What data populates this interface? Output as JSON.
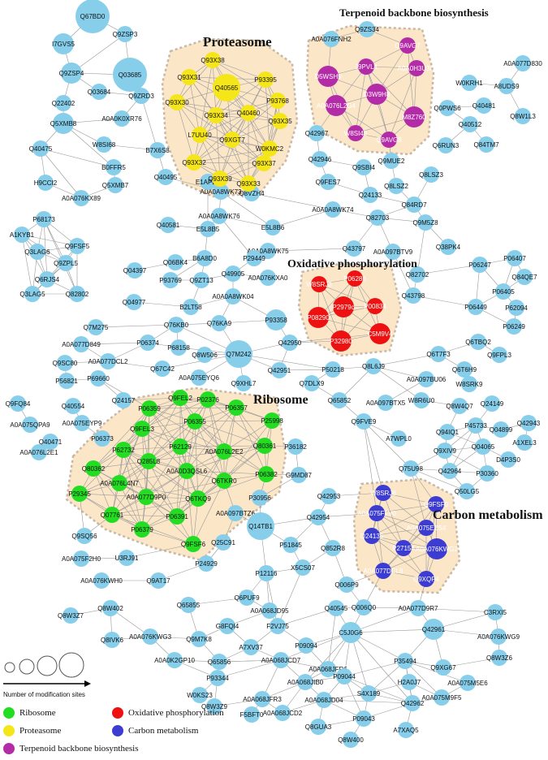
{
  "clusters": {
    "proteasome": "Proteasome",
    "terpenoid": "Terpenoid backbone biosynthesis",
    "oxidative": "Oxidative phosphorylation",
    "ribosome": "Ribosome",
    "carbon": "Carbon metabolism"
  },
  "legend": {
    "size_caption": "Number of modification sites",
    "ribosome": "Ribosome",
    "proteasome": "Proteasome",
    "terpenoid": "Terpenoid backbone biosynthesis",
    "oxidative": "Oxidative phosphorylation",
    "carbon": "Carbon metabolism"
  },
  "colors": {
    "default_node": "#87CEEB",
    "ribosome": "#22DD22",
    "proteasome": "#F5E61A",
    "terpenoid": "#B42BA8",
    "oxidative": "#EE1111",
    "carbon": "#3C3CD2",
    "cluster_bg": "#FBE6C8",
    "edge": "#999999"
  },
  "nodes": [
    {
      "id": "Q67BD0",
      "g": "none",
      "s": 4
    },
    {
      "id": "I7GVS5",
      "g": "none",
      "s": 2
    },
    {
      "id": "Q9ZSP3",
      "g": "none",
      "s": 1
    },
    {
      "id": "Q9ZSP4",
      "g": "none",
      "s": 2
    },
    {
      "id": "Q03685",
      "g": "none",
      "s": 4
    },
    {
      "id": "Q03684",
      "g": "none",
      "s": 1
    },
    {
      "id": "Q9ZRD3",
      "g": "none",
      "s": 1
    },
    {
      "id": "Q22402",
      "g": "none",
      "s": 1
    },
    {
      "id": "A0A0K0XR76",
      "g": "none",
      "s": 1
    },
    {
      "id": "Q5XMB8",
      "g": "none",
      "s": 2
    },
    {
      "id": "W8SI68",
      "g": "none",
      "s": 1
    },
    {
      "id": "B7X6S8",
      "g": "none",
      "s": 1
    },
    {
      "id": "Q40475",
      "g": "none",
      "s": 1
    },
    {
      "id": "B0FFR5",
      "g": "none",
      "s": 1
    },
    {
      "id": "H9CCI2",
      "g": "none",
      "s": 1
    },
    {
      "id": "Q5XMB7",
      "g": "none",
      "s": 1
    },
    {
      "id": "A0A076KX89",
      "g": "none",
      "s": 1
    },
    {
      "id": "Q40495",
      "g": "none",
      "s": 1
    },
    {
      "id": "A0A0A8WK73",
      "g": "none",
      "s": 1
    },
    {
      "id": "E1APE9",
      "g": "none",
      "s": 1
    },
    {
      "id": "Q8VZH4",
      "g": "none",
      "s": 1
    },
    {
      "id": "Q93X38",
      "g": "proteasome",
      "s": 1
    },
    {
      "id": "Q93X31",
      "g": "proteasome",
      "s": 1
    },
    {
      "id": "Q40565",
      "g": "proteasome",
      "s": 3
    },
    {
      "id": "P93395",
      "g": "proteasome",
      "s": 1
    },
    {
      "id": "Q93X30",
      "g": "proteasome",
      "s": 1
    },
    {
      "id": "P93768",
      "g": "proteasome",
      "s": 1
    },
    {
      "id": "Q93X34",
      "g": "proteasome",
      "s": 1
    },
    {
      "id": "Q40460",
      "g": "proteasome",
      "s": 1
    },
    {
      "id": "Q93X35",
      "g": "proteasome",
      "s": 1
    },
    {
      "id": "L7UU40",
      "g": "proteasome",
      "s": 1
    },
    {
      "id": "Q9XGT7",
      "g": "proteasome",
      "s": 1
    },
    {
      "id": "W0KMC2",
      "g": "proteasome",
      "s": 1
    },
    {
      "id": "Q93X32",
      "g": "proteasome",
      "s": 1
    },
    {
      "id": "Q93X37",
      "g": "proteasome",
      "s": 1
    },
    {
      "id": "Q93X39",
      "g": "proteasome",
      "s": 1
    },
    {
      "id": "Q93X33",
      "g": "proteasome",
      "s": 1
    },
    {
      "id": "Q9ZS34",
      "g": "none",
      "s": 1
    },
    {
      "id": "A0A076FNH2",
      "g": "none",
      "s": 1
    },
    {
      "id": "Q9AVG7",
      "g": "terpenoid",
      "s": 1
    },
    {
      "id": "D5WSH9",
      "g": "terpenoid",
      "s": 2
    },
    {
      "id": "J9PVL4",
      "g": "terpenoid",
      "s": 1
    },
    {
      "id": "A0A0H3U3I7",
      "g": "terpenoid",
      "s": 1
    },
    {
      "id": "D3W9H8",
      "g": "terpenoid",
      "s": 2
    },
    {
      "id": "A0A076L2G4",
      "g": "terpenoid",
      "s": 2
    },
    {
      "id": "M8Z760",
      "g": "terpenoid",
      "s": 2
    },
    {
      "id": "W8SI43",
      "g": "terpenoid",
      "s": 1
    },
    {
      "id": "Q9AVG8",
      "g": "terpenoid",
      "s": 1
    },
    {
      "id": "A0A077D830",
      "g": "none",
      "s": 1
    },
    {
      "id": "W0KRH1",
      "g": "none",
      "s": 1
    },
    {
      "id": "A8UDS9",
      "g": "none",
      "s": 1
    },
    {
      "id": "Q0PWS6",
      "g": "none",
      "s": 1
    },
    {
      "id": "Q40481",
      "g": "none",
      "s": 1
    },
    {
      "id": "Q8W1L3",
      "g": "none",
      "s": 1
    },
    {
      "id": "Q40512",
      "g": "none",
      "s": 1
    },
    {
      "id": "Q6RUN3",
      "g": "none",
      "s": 1
    },
    {
      "id": "Q84TM7",
      "g": "none",
      "s": 1
    },
    {
      "id": "Q42967",
      "g": "none",
      "s": 1
    },
    {
      "id": "Q42946",
      "g": "none",
      "s": 1
    },
    {
      "id": "Q9SBI4",
      "g": "none",
      "s": 1
    },
    {
      "id": "Q9MUE2",
      "g": "none",
      "s": 1
    },
    {
      "id": "Q9FES7",
      "g": "none",
      "s": 1
    },
    {
      "id": "Q8LSZ3",
      "g": "none",
      "s": 1
    },
    {
      "id": "Q24133",
      "g": "none",
      "s": 1
    },
    {
      "id": "Q8LSZ2",
      "g": "none",
      "s": 1
    },
    {
      "id": "Q84RD7",
      "g": "none",
      "s": 1
    },
    {
      "id": "P68173",
      "g": "none",
      "s": 1
    },
    {
      "id": "A1KYB1",
      "g": "none",
      "s": 1
    },
    {
      "id": "Q3LAG6",
      "g": "none",
      "s": 1
    },
    {
      "id": "Q9FSF5",
      "g": "none",
      "s": 1
    },
    {
      "id": "Q9ZPL5",
      "g": "none",
      "s": 1
    },
    {
      "id": "Q6RJS4",
      "g": "none",
      "s": 1
    },
    {
      "id": "Q3LAG5",
      "g": "none",
      "s": 1
    },
    {
      "id": "Q82802",
      "g": "none",
      "s": 1
    },
    {
      "id": "Q40581",
      "g": "none",
      "s": 1
    },
    {
      "id": "E5L8B5",
      "g": "none",
      "s": 1
    },
    {
      "id": "A0A0A8WK76",
      "g": "none",
      "s": 1
    },
    {
      "id": "E5L8B6",
      "g": "none",
      "s": 1
    },
    {
      "id": "A0A0A8WK74",
      "g": "none",
      "s": 1
    },
    {
      "id": "Q82703",
      "g": "none",
      "s": 1
    },
    {
      "id": "Q9M5Z8",
      "g": "none",
      "s": 1
    },
    {
      "id": "Q38PK4",
      "g": "none",
      "s": 1
    },
    {
      "id": "A0A0A8WK75",
      "g": "none",
      "s": 1
    },
    {
      "id": "Q43797",
      "g": "none",
      "s": 1
    },
    {
      "id": "A0A097BTV9",
      "g": "none",
      "s": 1
    },
    {
      "id": "Q82702",
      "g": "none",
      "s": 1
    },
    {
      "id": "Q04397",
      "g": "none",
      "s": 1
    },
    {
      "id": "Q06BK4",
      "g": "none",
      "s": 1
    },
    {
      "id": "B6A8D0",
      "g": "none",
      "s": 1
    },
    {
      "id": "P29449",
      "g": "none",
      "s": 1
    },
    {
      "id": "P93769",
      "g": "none",
      "s": 1
    },
    {
      "id": "Q9ZT13",
      "g": "none",
      "s": 1
    },
    {
      "id": "Q49905",
      "g": "none",
      "s": 1
    },
    {
      "id": "A0A076KXA0",
      "g": "none",
      "s": 1
    },
    {
      "id": "Q04977",
      "g": "none",
      "s": 1
    },
    {
      "id": "B2LT58",
      "g": "none",
      "s": 1
    },
    {
      "id": "A0A0A8WK04",
      "g": "none",
      "s": 1
    },
    {
      "id": "P06247",
      "g": "none",
      "s": 1
    },
    {
      "id": "P06407",
      "g": "none",
      "s": 1
    },
    {
      "id": "Q84QE7",
      "g": "none",
      "s": 1
    },
    {
      "id": "P06405",
      "g": "none",
      "s": 1
    },
    {
      "id": "P62094",
      "g": "none",
      "s": 1
    },
    {
      "id": "P06449",
      "g": "none",
      "s": 1
    },
    {
      "id": "Q43798",
      "g": "none",
      "s": 1
    },
    {
      "id": "P06249",
      "g": "none",
      "s": 1
    },
    {
      "id": "W8SRJ3",
      "g": "oxidative",
      "s": 1
    },
    {
      "id": "P06286",
      "g": "oxidative",
      "s": 1
    },
    {
      "id": "P2979c",
      "g": "oxidative",
      "s": 2
    },
    {
      "id": "P00834",
      "g": "oxidative",
      "s": 1
    },
    {
      "id": "P08290",
      "g": "oxidative",
      "s": 2
    },
    {
      "id": "C5M9V4",
      "g": "oxidative",
      "s": 2
    },
    {
      "id": "P32980",
      "g": "oxidative",
      "s": 2
    },
    {
      "id": "Q7M275",
      "g": "none",
      "s": 1
    },
    {
      "id": "Q76KB0",
      "g": "none",
      "s": 1
    },
    {
      "id": "Q76KA9",
      "g": "none",
      "s": 1
    },
    {
      "id": "P93358",
      "g": "none",
      "s": 2
    },
    {
      "id": "A0A077D849",
      "g": "none",
      "s": 1
    },
    {
      "id": "P06374",
      "g": "none",
      "s": 1
    },
    {
      "id": "P68158",
      "g": "none",
      "s": 1
    },
    {
      "id": "Q9SC80",
      "g": "none",
      "s": 1
    },
    {
      "id": "A0A077DCL2",
      "g": "none",
      "s": 1
    },
    {
      "id": "Q67C42",
      "g": "none",
      "s": 1
    },
    {
      "id": "Q8W506",
      "g": "none",
      "s": 1
    },
    {
      "id": "Q7M242",
      "g": "none",
      "s": 3
    },
    {
      "id": "Q42950",
      "g": "none",
      "s": 1
    },
    {
      "id": "P56821",
      "g": "none",
      "s": 1
    },
    {
      "id": "P69660",
      "g": "none",
      "s": 1
    },
    {
      "id": "A0A075EYQ6",
      "g": "none",
      "s": 1
    },
    {
      "id": "Q9XHL7",
      "g": "none",
      "s": 1
    },
    {
      "id": "Q42951",
      "g": "none",
      "s": 1
    },
    {
      "id": "P50218",
      "g": "none",
      "s": 1
    },
    {
      "id": "Q8L6J9",
      "g": "none",
      "s": 1
    },
    {
      "id": "Q6T7F3",
      "g": "none",
      "s": 1
    },
    {
      "id": "Q6TBQ2",
      "g": "none",
      "s": 1
    },
    {
      "id": "Q9FPL3",
      "g": "none",
      "s": 1
    },
    {
      "id": "Q6T6H9",
      "g": "none",
      "s": 1
    },
    {
      "id": "W8SRK9",
      "g": "none",
      "s": 1
    },
    {
      "id": "Q7DLX9",
      "g": "none",
      "s": 1
    },
    {
      "id": "A0A097BU06",
      "g": "none",
      "s": 1
    },
    {
      "id": "A0A097BTX5",
      "g": "none",
      "s": 1
    },
    {
      "id": "W8R6U0",
      "g": "none",
      "s": 1
    },
    {
      "id": "Q8W4Q7",
      "g": "none",
      "s": 1
    },
    {
      "id": "Q24149",
      "g": "none",
      "s": 1
    },
    {
      "id": "P45733",
      "g": "none",
      "s": 1
    },
    {
      "id": "Q04899",
      "g": "none",
      "s": 1
    },
    {
      "id": "Q42943",
      "g": "none",
      "s": 1
    },
    {
      "id": "Q94IQ1",
      "g": "none",
      "s": 1
    },
    {
      "id": "Q9XIV9",
      "g": "none",
      "s": 1
    },
    {
      "id": "Q04065",
      "g": "none",
      "s": 1
    },
    {
      "id": "A1XEL3",
      "g": "none",
      "s": 1
    },
    {
      "id": "Q42964",
      "g": "none",
      "s": 1
    },
    {
      "id": "P30360",
      "g": "none",
      "s": 1
    },
    {
      "id": "D4P3S0",
      "g": "none",
      "s": 1
    },
    {
      "id": "Q75U98",
      "g": "none",
      "s": 1
    },
    {
      "id": "Q50LG5",
      "g": "none",
      "s": 1
    },
    {
      "id": "Q9FVE9",
      "g": "none",
      "s": 1
    },
    {
      "id": "A7WPL0",
      "g": "none",
      "s": 1
    },
    {
      "id": "Q65852",
      "g": "none",
      "s": 1
    },
    {
      "id": "Q9FQ84",
      "g": "none",
      "s": 1
    },
    {
      "id": "A0A075QPA9",
      "g": "none",
      "s": 1
    },
    {
      "id": "Q24157",
      "g": "none",
      "s": 1
    },
    {
      "id": "Q40554",
      "g": "none",
      "s": 1
    },
    {
      "id": "A0A075EYP9",
      "g": "none",
      "s": 1
    },
    {
      "id": "P06373",
      "g": "none",
      "s": 1
    },
    {
      "id": "Q40471",
      "g": "none",
      "s": 1
    },
    {
      "id": "A0A076L2E1",
      "g": "none",
      "s": 1
    },
    {
      "id": "Q9FEL2",
      "g": "ribosome",
      "s": 1
    },
    {
      "id": "P02376",
      "g": "ribosome",
      "s": 1
    },
    {
      "id": "P06359",
      "g": "ribosome",
      "s": 1
    },
    {
      "id": "P06357",
      "g": "ribosome",
      "s": 1
    },
    {
      "id": "Q9FEL3",
      "g": "ribosome",
      "s": 1
    },
    {
      "id": "P06355",
      "g": "ribosome",
      "s": 1
    },
    {
      "id": "P25998",
      "g": "ribosome",
      "s": 1
    },
    {
      "id": "P62732",
      "g": "ribosome",
      "s": 1
    },
    {
      "id": "P62129",
      "g": "ribosome",
      "s": 1
    },
    {
      "id": "A0A076L2E2",
      "g": "ribosome",
      "s": 1
    },
    {
      "id": "Q80361",
      "g": "ribosome",
      "s": 1
    },
    {
      "id": "Q80362",
      "g": "ribosome",
      "s": 1
    },
    {
      "id": "Q285L8",
      "g": "ribosome",
      "s": 1
    },
    {
      "id": "A0A0D3QSL6",
      "g": "ribosome",
      "s": 1
    },
    {
      "id": "A0A076L4N7",
      "g": "ribosome",
      "s": 1
    },
    {
      "id": "Q6TKR0",
      "g": "ribosome",
      "s": 1
    },
    {
      "id": "P06382",
      "g": "ribosome",
      "s": 1
    },
    {
      "id": "P29345",
      "g": "ribosome",
      "s": 1
    },
    {
      "id": "A0A077D9P0",
      "g": "ribosome",
      "s": 1
    },
    {
      "id": "Q6TKQ9",
      "g": "ribosome",
      "s": 1
    },
    {
      "id": "Q07761",
      "g": "ribosome",
      "s": 1
    },
    {
      "id": "P06391",
      "g": "ribosome",
      "s": 1
    },
    {
      "id": "P06379",
      "g": "ribosome",
      "s": 1
    },
    {
      "id": "Q9FSF6",
      "g": "ribosome",
      "s": 1
    },
    {
      "id": "P36182",
      "g": "none",
      "s": 1
    },
    {
      "id": "G9MD87",
      "g": "none",
      "s": 1
    },
    {
      "id": "P30956",
      "g": "none",
      "s": 1
    },
    {
      "id": "A0A097BTZ6",
      "g": "none",
      "s": 1
    },
    {
      "id": "Q25C91",
      "g": "none",
      "s": 1
    },
    {
      "id": "Q14TB1",
      "g": "none",
      "s": 3
    },
    {
      "id": "P24929",
      "g": "none",
      "s": 1
    },
    {
      "id": "Q9SQ56",
      "g": "none",
      "s": 1
    },
    {
      "id": "A0A075F2H0",
      "g": "none",
      "s": 1
    },
    {
      "id": "U3RJ91",
      "g": "none",
      "s": 1
    },
    {
      "id": "A0A076KWH0",
      "g": "none",
      "s": 1
    },
    {
      "id": "Q9AT17",
      "g": "none",
      "s": 1
    },
    {
      "id": "Q42953",
      "g": "none",
      "s": 1
    },
    {
      "id": "Q42954",
      "g": "none",
      "s": 1
    },
    {
      "id": "P51845",
      "g": "none",
      "s": 1
    },
    {
      "id": "Q852R8",
      "g": "none",
      "s": 1
    },
    {
      "id": "X5CS07",
      "g": "none",
      "s": 1
    },
    {
      "id": "P12116",
      "g": "none",
      "s": 1
    },
    {
      "id": "Q006P9",
      "g": "none",
      "s": 1
    },
    {
      "id": "Q006Q0",
      "g": "none",
      "s": 1
    },
    {
      "id": "W8SRJ8",
      "g": "carbon",
      "s": 1
    },
    {
      "id": "A0A075F1V0",
      "g": "carbon",
      "s": 1
    },
    {
      "id": "Q9FSF0",
      "g": "carbon",
      "s": 1
    },
    {
      "id": "A0A075EZS4",
      "g": "carbon",
      "s": 1
    },
    {
      "id": "Q24135",
      "g": "carbon",
      "s": 1
    },
    {
      "id": "P27154",
      "g": "carbon",
      "s": 1
    },
    {
      "id": "A0A076KWG2",
      "g": "carbon",
      "s": 2
    },
    {
      "id": "A0A077DCL8",
      "g": "carbon",
      "s": 1
    },
    {
      "id": "Q9XQP4",
      "g": "carbon",
      "s": 1
    },
    {
      "id": "Q6PUF9",
      "g": "none",
      "s": 1
    },
    {
      "id": "A0A068JD95",
      "g": "none",
      "s": 1
    },
    {
      "id": "Q65855",
      "g": "none",
      "s": 1
    },
    {
      "id": "G8FQI4",
      "g": "none",
      "s": 1
    },
    {
      "id": "F2VJ75",
      "g": "none",
      "s": 1
    },
    {
      "id": "Q40545",
      "g": "none",
      "s": 1
    },
    {
      "id": "A0A077D9R7",
      "g": "none",
      "s": 1
    },
    {
      "id": "C3RXI5",
      "g": "none",
      "s": 1
    },
    {
      "id": "Q8W3Z7",
      "g": "none",
      "s": 1
    },
    {
      "id": "Q8W402",
      "g": "none",
      "s": 1
    },
    {
      "id": "Q9M7K8",
      "g": "none",
      "s": 1
    },
    {
      "id": "A7XV37",
      "g": "none",
      "s": 1
    },
    {
      "id": "P09094",
      "g": "none",
      "s": 1
    },
    {
      "id": "C5J0G6",
      "g": "none",
      "s": 2
    },
    {
      "id": "Q42961",
      "g": "none",
      "s": 2
    },
    {
      "id": "Q8IVK6",
      "g": "none",
      "s": 1
    },
    {
      "id": "A0A076KWG3",
      "g": "none",
      "s": 1
    },
    {
      "id": "Q65856",
      "g": "none",
      "s": 1
    },
    {
      "id": "A0A068JCD7",
      "g": "none",
      "s": 1
    },
    {
      "id": "A0A068JFR6",
      "g": "none",
      "s": 1
    },
    {
      "id": "A0A076KWG9",
      "g": "none",
      "s": 1
    },
    {
      "id": "A0A0K2GP10",
      "g": "none",
      "s": 1
    },
    {
      "id": "P93344",
      "g": "none",
      "s": 1
    },
    {
      "id": "P09044",
      "g": "none",
      "s": 1
    },
    {
      "id": "P35494",
      "g": "none",
      "s": 1
    },
    {
      "id": "Q9XG67",
      "g": "none",
      "s": 1
    },
    {
      "id": "Q8W3Z6",
      "g": "none",
      "s": 1
    },
    {
      "id": "W0KS23",
      "g": "none",
      "s": 1
    },
    {
      "id": "A0A068JIB0",
      "g": "none",
      "s": 1
    },
    {
      "id": "S4X189",
      "g": "none",
      "s": 1
    },
    {
      "id": "H2A0J7",
      "g": "none",
      "s": 1
    },
    {
      "id": "A0A075M5E6",
      "g": "none",
      "s": 1
    },
    {
      "id": "Q8W3Z9",
      "g": "none",
      "s": 1
    },
    {
      "id": "A0A068JFR3",
      "g": "none",
      "s": 1
    },
    {
      "id": "A0A068JD04",
      "g": "none",
      "s": 1
    },
    {
      "id": "A0A075M9F5",
      "g": "none",
      "s": 1
    },
    {
      "id": "F5BFT0",
      "g": "none",
      "s": 1
    },
    {
      "id": "A0A068JCD2",
      "g": "none",
      "s": 1
    },
    {
      "id": "P09043",
      "g": "none",
      "s": 1
    },
    {
      "id": "Q42962",
      "g": "none",
      "s": 1
    },
    {
      "id": "A7XAQ5",
      "g": "none",
      "s": 1
    },
    {
      "id": "Q8GUA3",
      "g": "none",
      "s": 1
    },
    {
      "id": "Q8W400",
      "g": "none",
      "s": 1
    }
  ]
}
